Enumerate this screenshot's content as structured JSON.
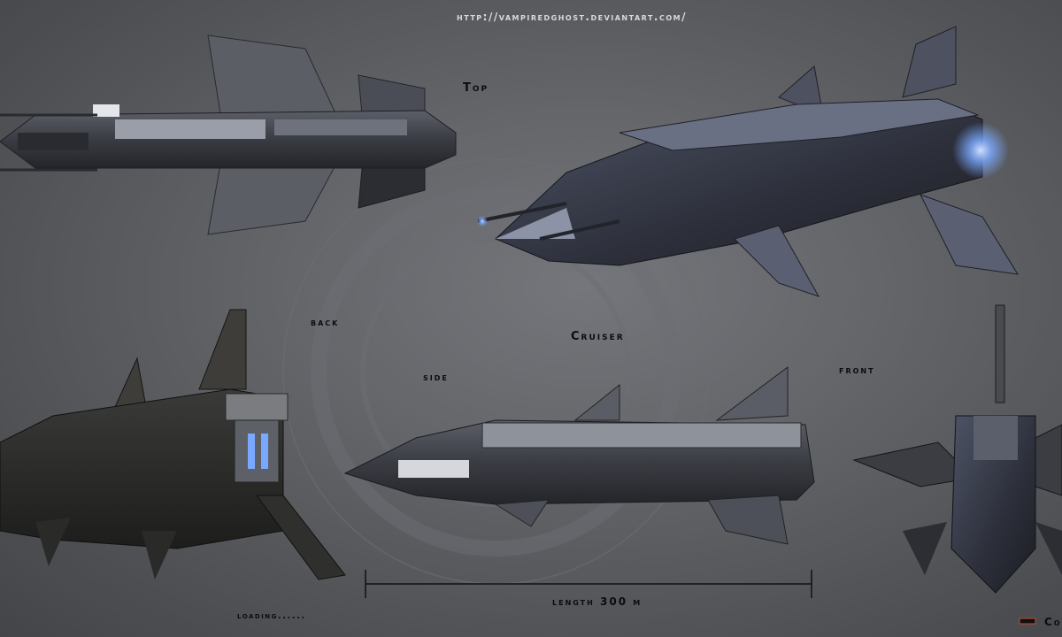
{
  "sheet": {
    "url_text": "http://vampiredghost.deviantart.com/",
    "ship_name": "Cruiser",
    "loading_text": "loading......",
    "corner_text": "Co",
    "views": {
      "top": "Top",
      "back": "back",
      "side": "side",
      "front": "front"
    },
    "scale": {
      "text": "length 300 m",
      "length_m": 300
    }
  },
  "colors": {
    "background": "#5a5c60",
    "hull_dark": "#2b2c30",
    "hull_mid": "#4a4d55",
    "hull_light": "#8a8e98",
    "engine_glow": "#7aa8ff",
    "label_text": "#0c0c0e",
    "url_text": "#d9dadd"
  }
}
